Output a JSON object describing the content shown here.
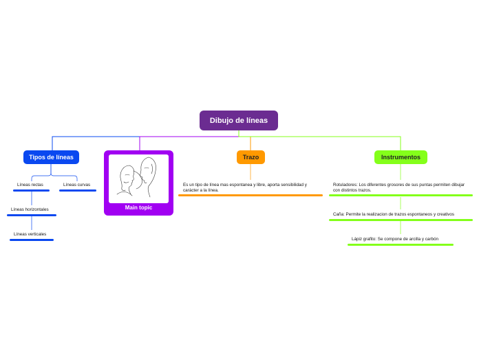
{
  "map": {
    "root": "Dibujo de líneas",
    "branches": {
      "tipos": "Tipos de líneas",
      "trazo": "Trazo",
      "instrumentos": "Instrumentos",
      "image_caption": "Main topic"
    },
    "tipos_children": {
      "rectas": "Líneas rectas",
      "curvas": "Líneas curvas",
      "horizontales": "Líneas horizontales",
      "verticales": "Líneas verticales"
    },
    "trazo_children": {
      "desc": "Es un tipo de línea mas espontanea y libre, aporta sensibilidad y carácter a la línea."
    },
    "instrumentos_children": {
      "rotuladores": "Rotuladores: Los diferentes grosores de sus puntas permiten dibujar con distintos trazos.",
      "cana": "Caña: Permite la realizacion de trazos espontaneos y creativos",
      "lapiz": "Lápiz grafito: Se compone de arcilla y carbón"
    }
  },
  "colors": {
    "root": "#6b2c91",
    "blue": "#0a48f0",
    "purple": "#a100f2",
    "orange": "#ff9900",
    "green": "#84ff1a"
  },
  "icons": {
    "image": "line-art-faces-image"
  }
}
